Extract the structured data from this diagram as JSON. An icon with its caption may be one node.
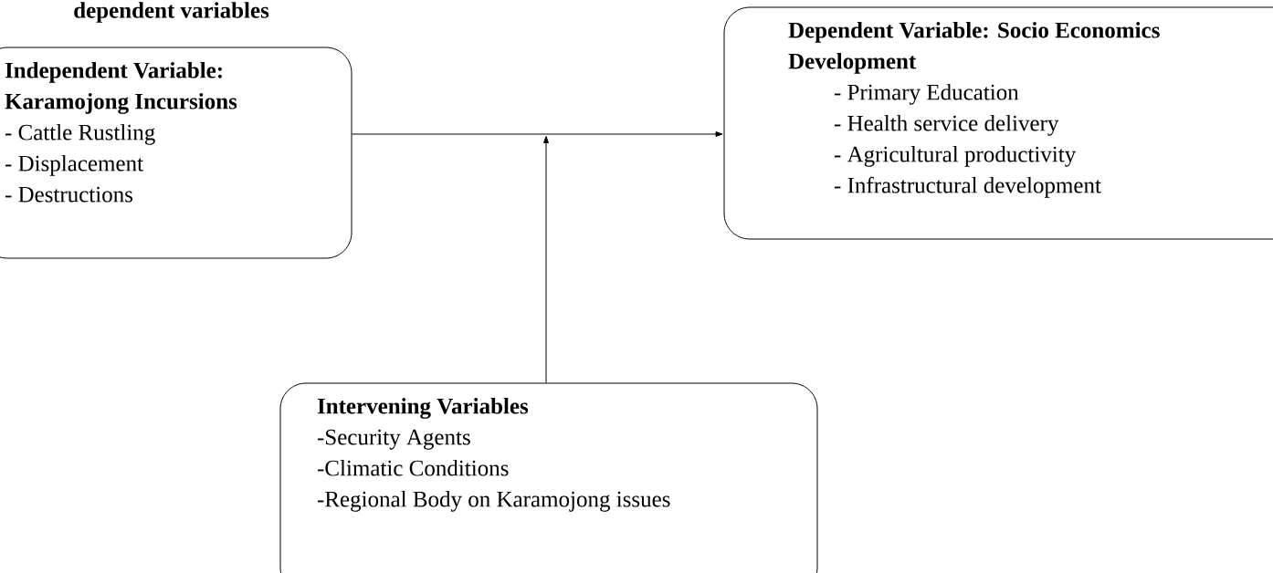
{
  "diagram": {
    "nodes": [
      {
        "text": [
          "Independent Variable: Karamojong Incursions",
          "- Cattle Rustling",
          "- Displacement",
          "- Destructions"
        ]
      },
      {
        "text": [
          "Dependent Variable: Socio Economics Development",
          "- Primary Education",
          "- Health service delivery",
          "- Agricultural productivity",
          "- Infrastructural development"
        ]
      },
      {
        "text": [
          "Intervening Variables",
          "-Security Agents",
          "-Climatic Conditions",
          "-Regional Body on Karamojong issues"
        ]
      }
    ],
    "edges": [
      {
        "from": 0,
        "to": 1,
        "arrow": "to"
      },
      {
        "from": 2,
        "to": null,
        "arrow": "to"
      }
    ],
    "labels": [
      "dependent variables"
    ]
  }
}
